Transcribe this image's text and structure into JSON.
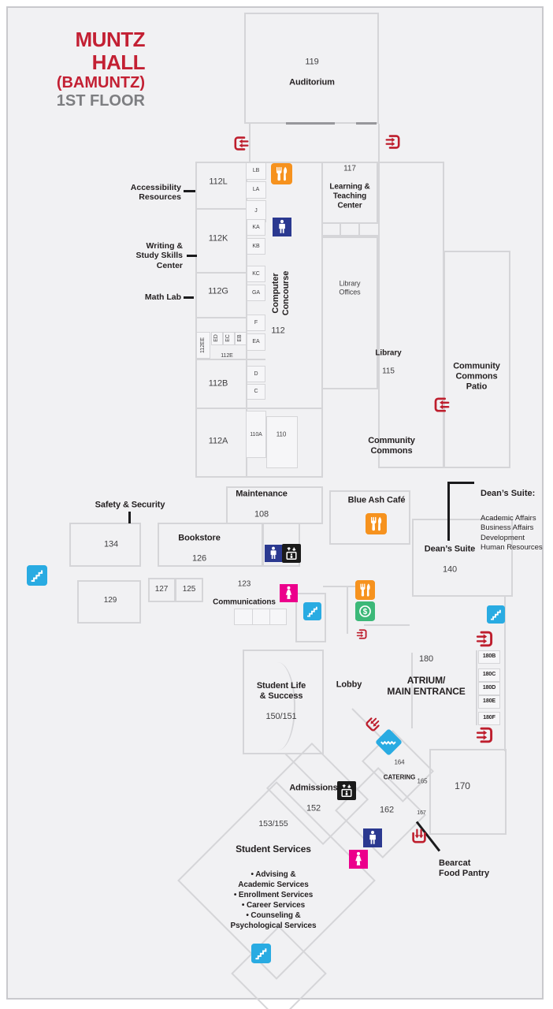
{
  "title": {
    "line1": "MUNTZ HALL",
    "line2": "(BAMUNTZ)",
    "line3": "1ST FLOOR"
  },
  "colors": {
    "brand_red": "#c32033",
    "title_gray": "#7d7e81",
    "wall_gray": "#d5d5d8",
    "exit_red": "#be1e2d",
    "food_orange": "#f6921e",
    "mens_blue": "#2b3990",
    "womens_magenta": "#ec008c",
    "stairs_cyan": "#29abe2",
    "elevator_black": "#1a1a1a",
    "cash_green": "#3cb878"
  },
  "icons": {
    "exit-icon": "#be1e2d",
    "food-icon": "#f6921e",
    "mens-restroom-icon": "#2b3990",
    "womens-restroom-icon": "#ec008c",
    "stairs-icon": "#29abe2",
    "elevator-icon": "#1a1a1a",
    "cash-icon": "#3cb878"
  },
  "L": {
    "auditorium_num": "119",
    "auditorium_name": "Auditorium",
    "r112L": "112L",
    "rLB": "LB",
    "rLA": "LA",
    "rJ": "J",
    "r112K": "112K",
    "rKA": "KA",
    "rKB": "KB",
    "r112G": "112G",
    "rKC": "KC",
    "rGA": "GA",
    "rF": "F",
    "rEA": "EA",
    "r112EE": "112EE",
    "rED": "ED",
    "rEC": "EC",
    "rEB": "EB",
    "r112E": "112E",
    "r112B": "112B",
    "rD": "D",
    "rC": "C",
    "r112A": "112A",
    "r110A": "110A",
    "r110": "110",
    "concourse": "Computer\nConcourse",
    "concourse_num": "112",
    "ltc_num": "117",
    "ltc_name": "Learning &\nTeaching\nCenter",
    "library_offices": "Library\nOffices",
    "library_name": "Library",
    "library_num": "115",
    "patio": "Community\nCommons\nPatio",
    "commons": "Community\nCommons",
    "accessibility": "Accessibility\nResources",
    "writing": "Writing &\nStudy Skills\nCenter",
    "mathlab": "Math Lab",
    "safety": "Safety & Security",
    "r134": "134",
    "maintenance_name": "Maintenance",
    "maintenance_num": "108",
    "bookstore_name": "Bookstore",
    "bookstore_num": "126",
    "cafe": "Blue Ash Café",
    "deans_title": "Dean’s Suite:",
    "deans_items": "Academic Affairs\nBusiness Affairs\nDevelopment\nHuman Resources",
    "deans_name": "Dean’s Suite",
    "deans_num": "140",
    "r129": "129",
    "r127": "127",
    "r125": "125",
    "comm_num": "123",
    "comm_name": "Communications",
    "atrium_num": "180",
    "atrium_name": "ATRIUM/\nMAIN ENTRANCE",
    "r180B": "180B",
    "r180C": "180C",
    "r180D": "180D",
    "r180E": "180E",
    "r180F": "180F",
    "sls_name": "Student Life\n& Success",
    "sls_num": "150/151",
    "lobby": "Lobby",
    "catering_num": "164",
    "catering_name": "CATERING",
    "r165": "165",
    "r170": "170",
    "r162": "162",
    "r167": "167",
    "admissions_name": "Admissions",
    "admissions_num": "152",
    "ss_num": "153/155",
    "ss_name": "Student Services",
    "ss_items": "• Advising &\nAcademic Services\n• Enrollment Services\n• Career Services\n• Counseling &\nPsychological Services",
    "pantry": "Bearcat\nFood Pantry"
  }
}
